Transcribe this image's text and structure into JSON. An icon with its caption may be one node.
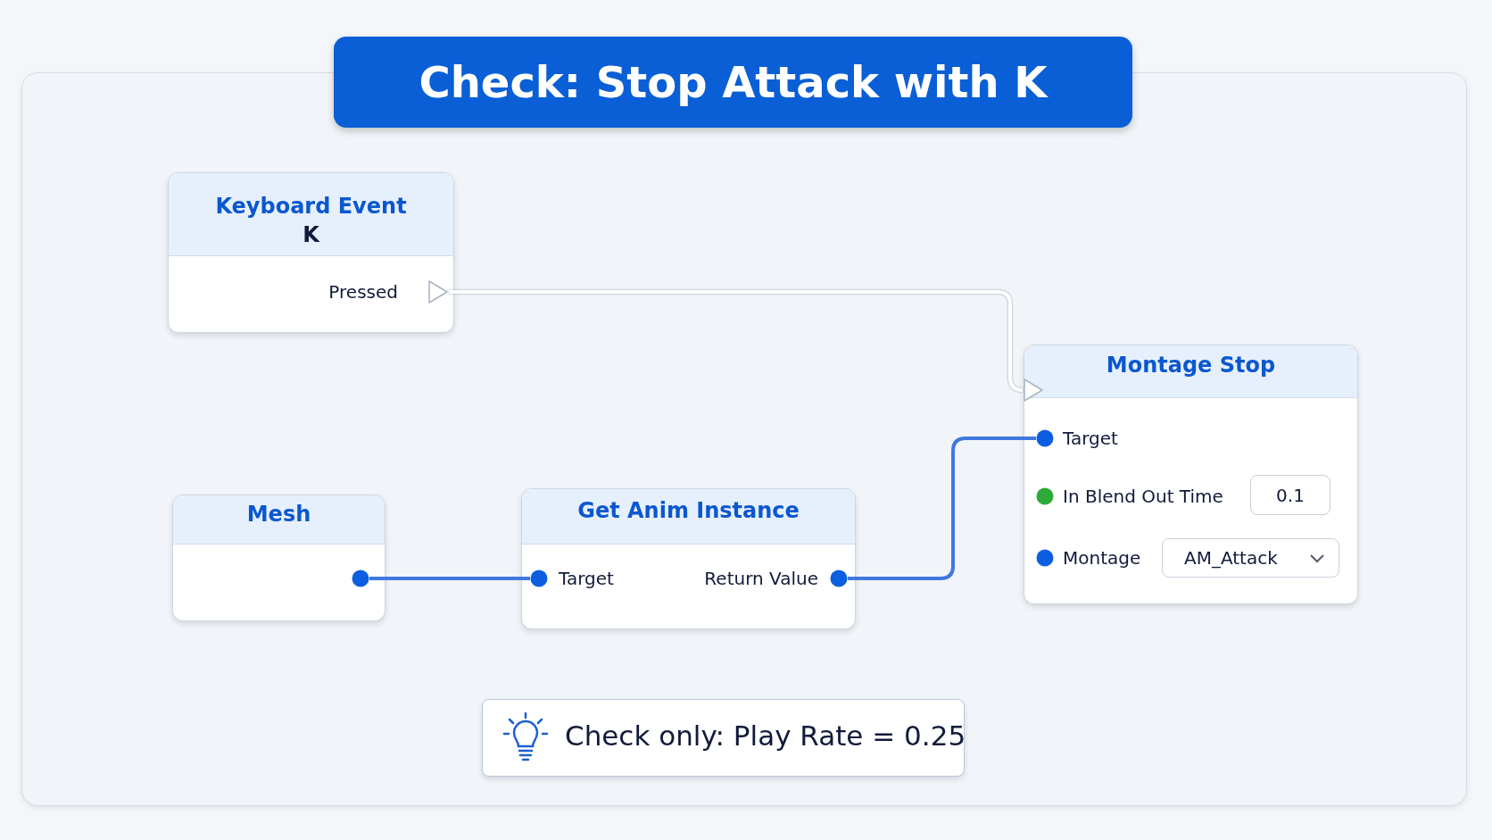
{
  "diagram": {
    "title": "Check: Stop Attack with K",
    "nodes": [
      {
        "text": [
          "Keyboard Event",
          "K"
        ]
      },
      {
        "text": [],
        "shape": "triangle",
        "in": 0,
        "beside": [
          "Pressed"
        ]
      },
      {
        "text": [
          "Montage Stop"
        ]
      },
      {
        "text": [],
        "shape": "triangle",
        "in": 2
      },
      {
        "text": [],
        "shape": "circle",
        "in": 2,
        "beside": [
          "Target"
        ]
      },
      {
        "text": [],
        "shape": "circle",
        "in": 2,
        "beside": [
          "In Blend Out Time",
          "0.1"
        ]
      },
      {
        "text": [],
        "shape": "circle",
        "in": 2,
        "beside": [
          "Montage",
          "AM_Attack"
        ]
      },
      {
        "text": [
          "Mesh"
        ]
      },
      {
        "text": [],
        "shape": "circle",
        "in": 7
      },
      {
        "text": [
          "Get Anim Instance"
        ]
      },
      {
        "text": [],
        "shape": "circle",
        "in": 9,
        "beside": [
          "Target"
        ]
      },
      {
        "text": [],
        "shape": "circle",
        "in": 9,
        "beside": [
          "Return Value"
        ]
      }
    ],
    "edges": [
      {
        "from": 1,
        "to": 3,
        "arrow": "none",
        "color": "#ffffff"
      },
      {
        "from": 8,
        "to": 10,
        "arrow": "none"
      },
      {
        "from": 11,
        "to": 4,
        "arrow": "none"
      }
    ],
    "labels": [
      "Check only: Play Rate = 0.25"
    ]
  }
}
